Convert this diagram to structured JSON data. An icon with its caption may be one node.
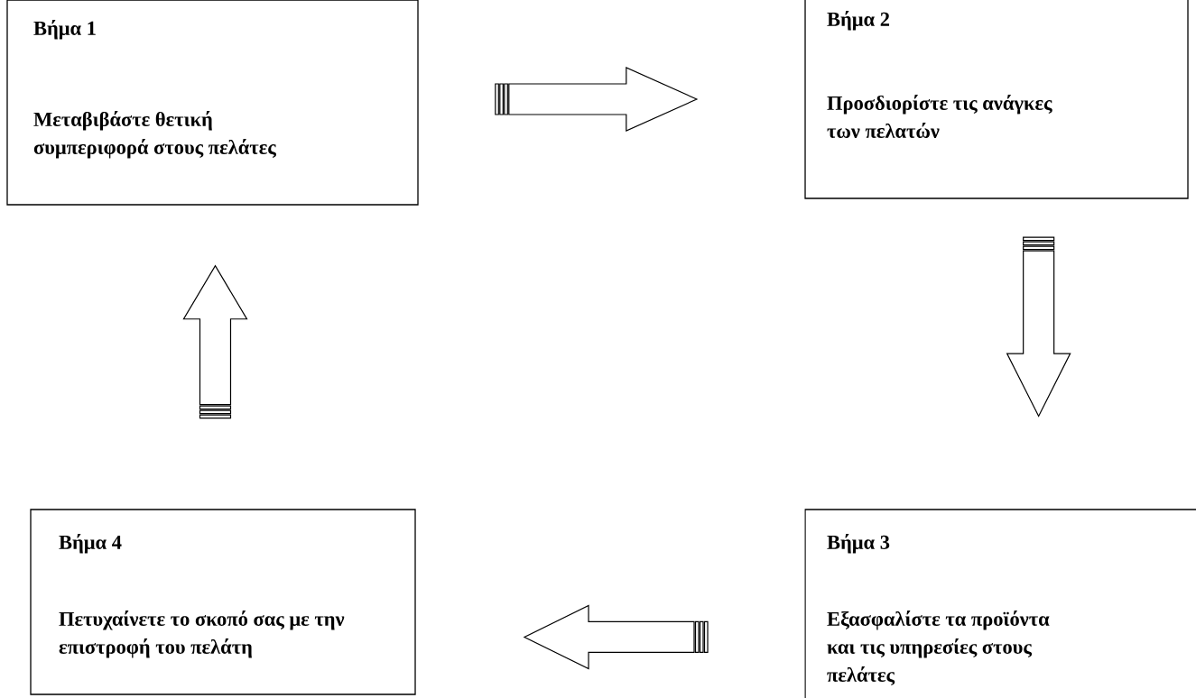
{
  "diagram": {
    "nodes": [
      {
        "text": [
          "Βήμα 1",
          "Μεταβιβάστε θετική συμπεριφορά στους πελάτες"
        ]
      },
      {
        "text": [
          "Βήμα 2",
          "Προσδιορίστε τις ανάγκες των πελατών"
        ]
      },
      {
        "text": [
          "Βήμα 3",
          "Εξασφαλίστε τα προϊόντα και τις υπηρεσίες στους πελάτες"
        ]
      },
      {
        "text": [
          "Βήμα 4",
          "Πετυχαίνετε το σκοπό σας με την επιστροφή του πελάτη"
        ]
      }
    ],
    "edges": [
      {
        "from": 0,
        "to": 1,
        "arrow": "to"
      },
      {
        "from": 1,
        "to": 2,
        "arrow": "to"
      },
      {
        "from": 2,
        "to": 3,
        "arrow": "to"
      },
      {
        "from": 3,
        "to": 0,
        "arrow": "to"
      }
    ]
  }
}
